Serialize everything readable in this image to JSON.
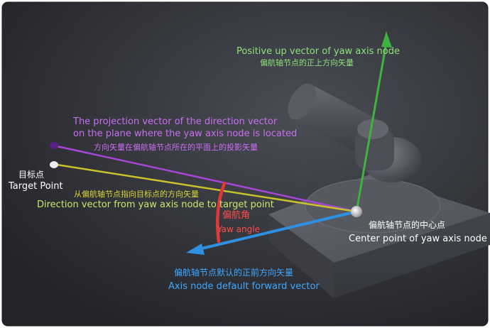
{
  "colors": {
    "up_vector": "#3fb33f",
    "projection_vector": "#a646d6",
    "direction_vector": "#c9c22a",
    "forward_vector": "#2f8fe0",
    "yaw_angle": "#e03838",
    "label_white": "#ffffff"
  },
  "labels": {
    "up_en": "Positive up vector of yaw axis node",
    "up_zh": "偏航轴节点的正上方向矢量",
    "projection_en_line1": "The projection vector of the direction vector",
    "projection_en_line2": "on the plane where the yaw axis node is located",
    "projection_zh": "方向矢量在偏航轴节点所在的平面上的投影矢量",
    "target_zh": "目标点",
    "target_en": "Target Point",
    "direction_zh": "从偏航轴节点指向目标点的方向矢量",
    "direction_en": "Direction vector from yaw axis node to target point",
    "yaw_zh": "偏航角",
    "yaw_en": "Yaw angle",
    "center_zh": "偏航轴节点的中心点",
    "center_en": "Center point of yaw axis node",
    "forward_zh": "偏航轴节点默认的正前方向矢量",
    "forward_en": "Axis node default forward vector"
  }
}
